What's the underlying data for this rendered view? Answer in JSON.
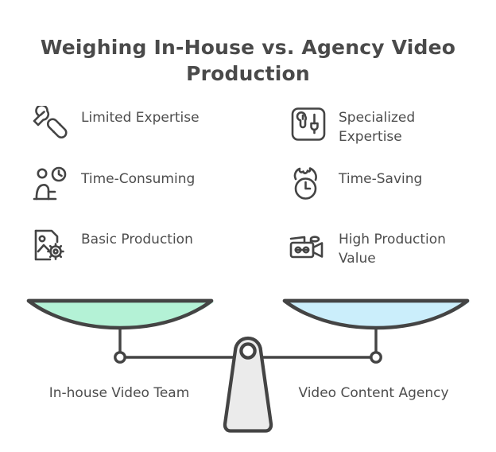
{
  "title": "Weighing In-House vs. Agency Video Production",
  "colors": {
    "stroke": "#444444",
    "text": "#4d4d4d",
    "left_pan_fill": "#b4f2d6",
    "right_pan_fill": "#cbeefb",
    "fulcrum_fill": "#ebebeb"
  },
  "left_column": {
    "items": [
      {
        "icon": "wrench-screwdriver-icon",
        "label": "Limited Expertise"
      },
      {
        "icon": "person-desk-clock-icon",
        "label": "Time-Consuming"
      },
      {
        "icon": "image-file-gear-icon",
        "label": "Basic Production"
      }
    ]
  },
  "right_column": {
    "items": [
      {
        "icon": "toolbox-tools-icon",
        "label": "Specialized Expertise"
      },
      {
        "icon": "clock-flame-icon",
        "label": "Time-Saving"
      },
      {
        "icon": "video-camera-icon",
        "label": "High Production Value"
      }
    ]
  },
  "scale": {
    "left_pan_label": "In-house Video Team",
    "right_pan_label": "Video Content Agency"
  }
}
